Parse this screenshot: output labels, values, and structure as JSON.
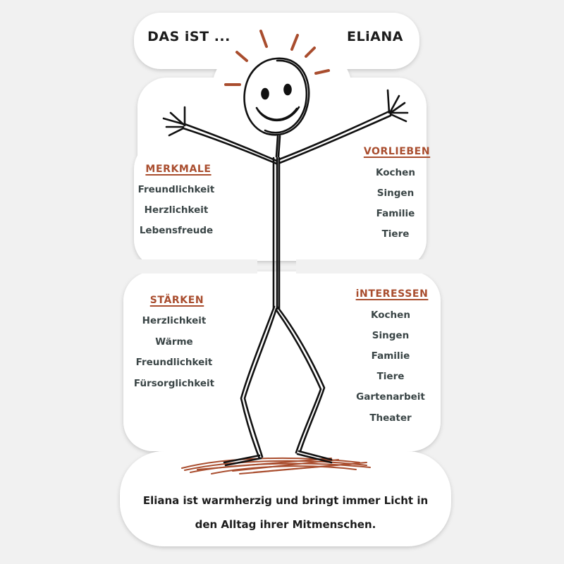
{
  "title": {
    "left": "DAS iST ...",
    "right": "ELiANA"
  },
  "sections": {
    "merkmale": {
      "heading": "MERKMALE",
      "items": [
        "Freundlichkeit",
        "Herzlichkeit",
        "Lebensfreude"
      ]
    },
    "vorlieben": {
      "heading": "VORLIEBEN",
      "items": [
        "Kochen",
        "Singen",
        "Familie",
        "Tiere"
      ]
    },
    "staerken": {
      "heading": "STÄRKEN",
      "items": [
        "Herzlichkeit",
        "Wärme",
        "Freundlichkeit",
        "Fürsorglichkeit"
      ]
    },
    "interessen": {
      "heading": "iNTERESSEN",
      "items": [
        "Kochen",
        "Singen",
        "Familie",
        "Tiere",
        "Gartenarbeit",
        "Theater"
      ]
    }
  },
  "caption": {
    "line1": "Eliana ist warmherzig und bringt immer Licht in",
    "line2": "den Alltag ihrer Mitmenschen."
  },
  "colors": {
    "accent": "#a94d2e",
    "ink": "#111111",
    "item_text": "#3a4546",
    "sticker": "#ffffff",
    "background": "#f1f1f1"
  }
}
